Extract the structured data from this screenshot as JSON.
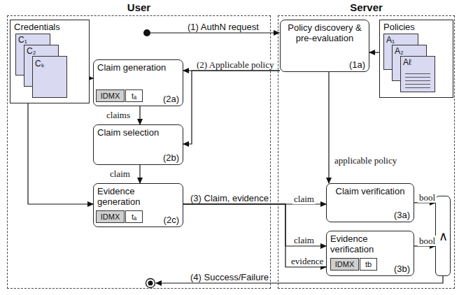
{
  "diagram": {
    "nodes": [
      {
        "text": [
          "User"
        ]
      },
      {
        "text": [
          "Credentials"
        ],
        "in": 0
      },
      {
        "text": [
          "C₁"
        ],
        "in": 1
      },
      {
        "text": [
          "C₂"
        ],
        "in": 1
      },
      {
        "text": [
          "Cₖ"
        ],
        "in": 1
      },
      {
        "text": [
          "Claim generation",
          "(2a)"
        ],
        "in": 0
      },
      {
        "text": [
          "IDMX"
        ],
        "in": 5
      },
      {
        "text": [
          "tₐ"
        ],
        "in": 5
      },
      {
        "text": [
          "Claim selection",
          "(2b)"
        ],
        "in": 0
      },
      {
        "text": [
          "Evidence generation",
          "(2c)"
        ],
        "in": 0
      },
      {
        "text": [
          "IDMX"
        ],
        "in": 9
      },
      {
        "text": [
          "tₐ"
        ],
        "in": 9
      },
      {
        "text": [
          "Server"
        ]
      },
      {
        "text": [
          "Policy discovery & pre-evaluation",
          "(1a)"
        ],
        "in": 12
      },
      {
        "text": [
          "Policies"
        ],
        "in": 12
      },
      {
        "text": [
          "A₁"
        ],
        "in": 14
      },
      {
        "text": [
          "A₂"
        ],
        "in": 14
      },
      {
        "text": [
          "Aℓ"
        ],
        "in": 14
      },
      {
        "text": [
          "Claim verification",
          "(3a)"
        ],
        "in": 12
      },
      {
        "text": [
          "Evidence verification",
          "(3b)"
        ],
        "in": 12
      },
      {
        "text": [
          "IDMX"
        ],
        "in": 19
      },
      {
        "text": [
          "tb"
        ],
        "in": 19
      },
      {
        "text": [
          "∧"
        ],
        "in": 12
      }
    ],
    "edges": [
      {
        "from": 14,
        "to": 13,
        "arrow": "to"
      },
      {
        "from": 13,
        "to": 5,
        "label": "(2) Applicable policy",
        "arrow": "to"
      },
      {
        "from": 13,
        "to": 8,
        "arrow": "to"
      },
      {
        "from": 1,
        "to": 5,
        "arrow": "to"
      },
      {
        "from": 1,
        "to": 9,
        "arrow": "to"
      },
      {
        "from": 5,
        "to": 8,
        "label": "claims",
        "arrow": "to"
      },
      {
        "from": 8,
        "to": 9,
        "label": "claim",
        "arrow": "to"
      },
      {
        "from": 13,
        "to": 18,
        "label": "applicable policy",
        "arrow": "to"
      },
      {
        "from": 9,
        "to": 18,
        "label": "claim",
        "arrow": "to"
      },
      {
        "from": 9,
        "to": 19,
        "label": "claim",
        "arrow": "to"
      },
      {
        "from": 9,
        "to": 19,
        "label": "evidence",
        "arrow": "to"
      },
      {
        "from": 18,
        "to": 22,
        "label": "bool",
        "arrow": "to"
      },
      {
        "from": 19,
        "to": 22,
        "label": "bool",
        "arrow": "to"
      }
    ],
    "labels": [
      "(1) AuthN request",
      "(3) Claim, evidence",
      "(4) Success/Failure"
    ]
  }
}
